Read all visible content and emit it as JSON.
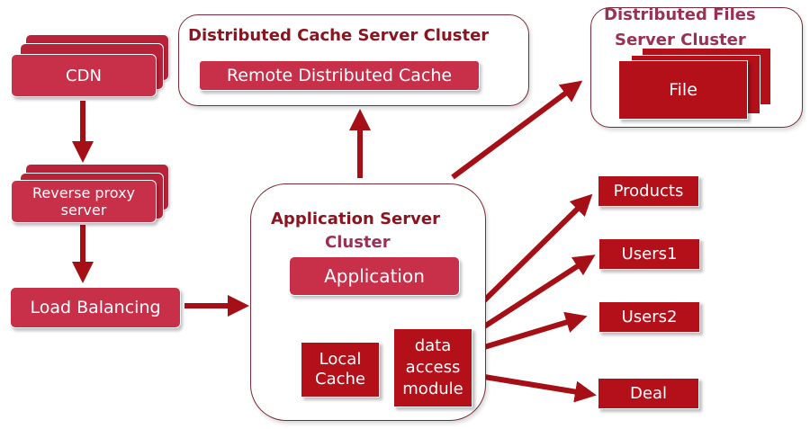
{
  "colors": {
    "pink_box": "#c8304a",
    "red_box": "#b3101a",
    "arrow": "#a50f15",
    "title": "#8a1521",
    "cluster_border": "#7a2a36"
  },
  "left_flow": {
    "cdn": "CDN",
    "reverse_proxy": "Reverse proxy server",
    "load_balancing": "Load Balancing"
  },
  "cache_cluster": {
    "title": "Distributed Cache Server Cluster",
    "item": "Remote Distributed Cache"
  },
  "files_cluster": {
    "title_line1": "Distributed Files",
    "title_line2": "Server Cluster",
    "item": "File"
  },
  "app_cluster": {
    "title_line1": "Application Server",
    "title_line2": "Cluster",
    "application": "Application",
    "local_cache_line1": "Local",
    "local_cache_line2": "Cache",
    "dam_line1": "data",
    "dam_line2": "access",
    "dam_line3": "module"
  },
  "databases": [
    "Products",
    "Users1",
    "Users2",
    "Deal"
  ]
}
